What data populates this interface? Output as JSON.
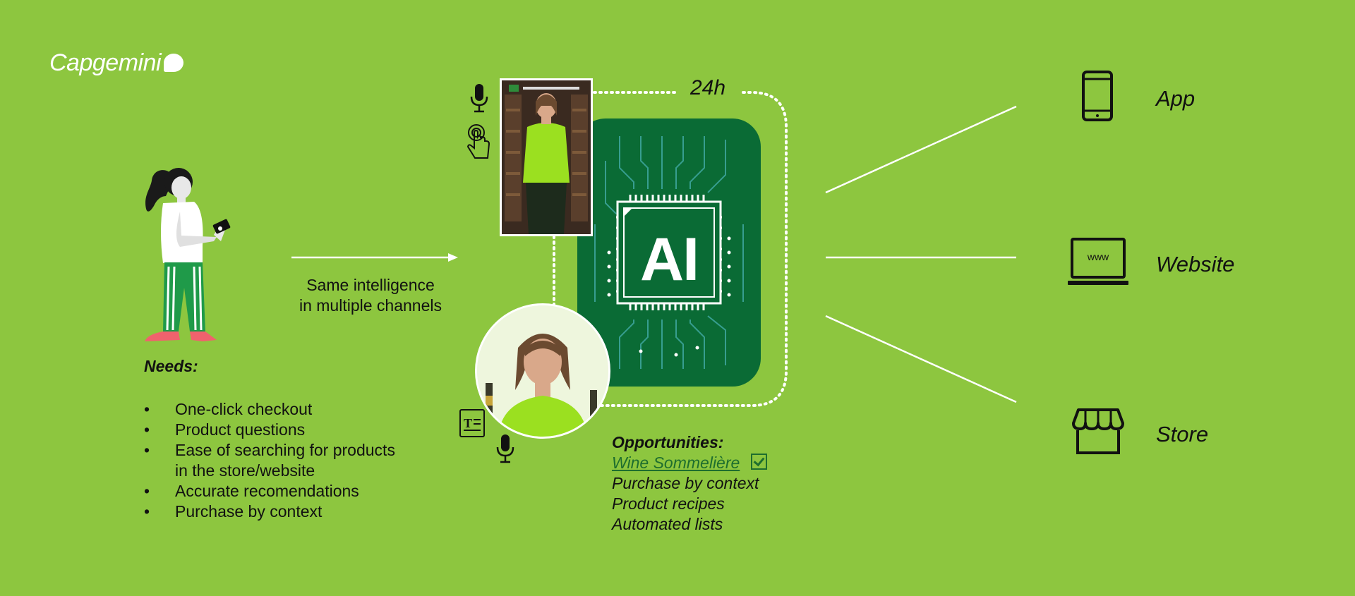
{
  "brand": {
    "logo_text": "Capgemini"
  },
  "flow": {
    "arrow_label_line1": "Same intelligence",
    "arrow_label_line2": "in multiple channels"
  },
  "needs": {
    "title": "Needs:",
    "items": [
      "One-click checkout",
      "Product questions",
      "Ease of searching for products in the store/website",
      "Accurate recomendations",
      "Purchase by context"
    ]
  },
  "availability": {
    "label": "24h"
  },
  "core": {
    "chip_label": "AI"
  },
  "opportunities": {
    "title": "Opportunities:",
    "items": [
      "Wine Sommelière",
      "Purchase by context",
      "Product recipes",
      "Automated lists"
    ],
    "checked_item": "Wine Sommelière"
  },
  "channels": [
    {
      "label": "App",
      "icon": "phone-icon"
    },
    {
      "label": "Website",
      "icon": "laptop-icon",
      "icon_text": "www"
    },
    {
      "label": "Store",
      "icon": "store-icon"
    }
  ],
  "input_icons": [
    "microphone-icon",
    "touch-icon",
    "document-icon",
    "microphone-icon"
  ],
  "colors": {
    "background": "#8dc63f",
    "chip_board": "#0a6b35",
    "accent_green": "#9be020",
    "link_green": "#1e6e2e",
    "white": "#ffffff"
  }
}
